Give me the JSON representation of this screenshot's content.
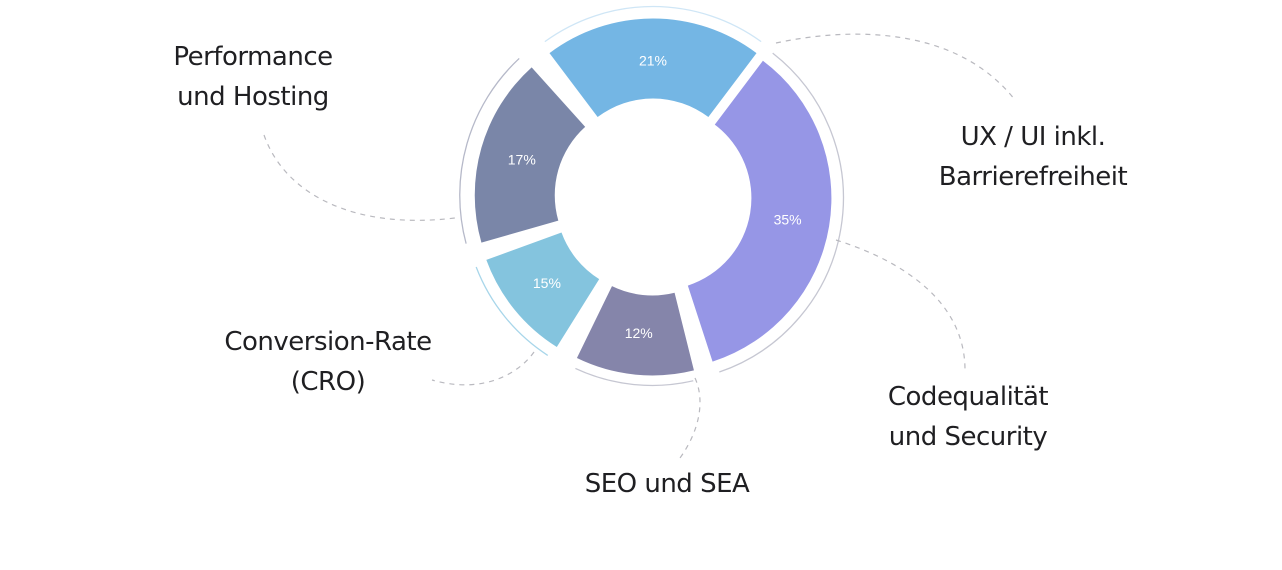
{
  "chart_data": {
    "type": "pie",
    "variant": "donut-exploded",
    "segments": [
      {
        "label_lines": [
          "UX / UI inkl.",
          "Barrierefreiheit"
        ],
        "value": 35,
        "value_label": "35%",
        "color": "#9696e6"
      },
      {
        "label_lines": [
          "Codequalität",
          "und Security"
        ],
        "value": 0,
        "value_label": "",
        "color": "#8585aa"
      },
      {
        "label_lines": [
          "SEO und SEA"
        ],
        "value": 12,
        "value_label": "12%",
        "color": "#8585aa"
      },
      {
        "label_lines": [
          "Conversion-Rate",
          "(CRO)"
        ],
        "value": 15,
        "value_label": "15%",
        "color": "#84c4de"
      },
      {
        "label_lines": [
          "Performance",
          "und Hosting"
        ],
        "value": 17,
        "value_label": "17%",
        "color": "#7a86a8"
      },
      {
        "label_lines": [],
        "value": 21,
        "value_label": "21%",
        "color": "#74b6e4"
      }
    ]
  }
}
